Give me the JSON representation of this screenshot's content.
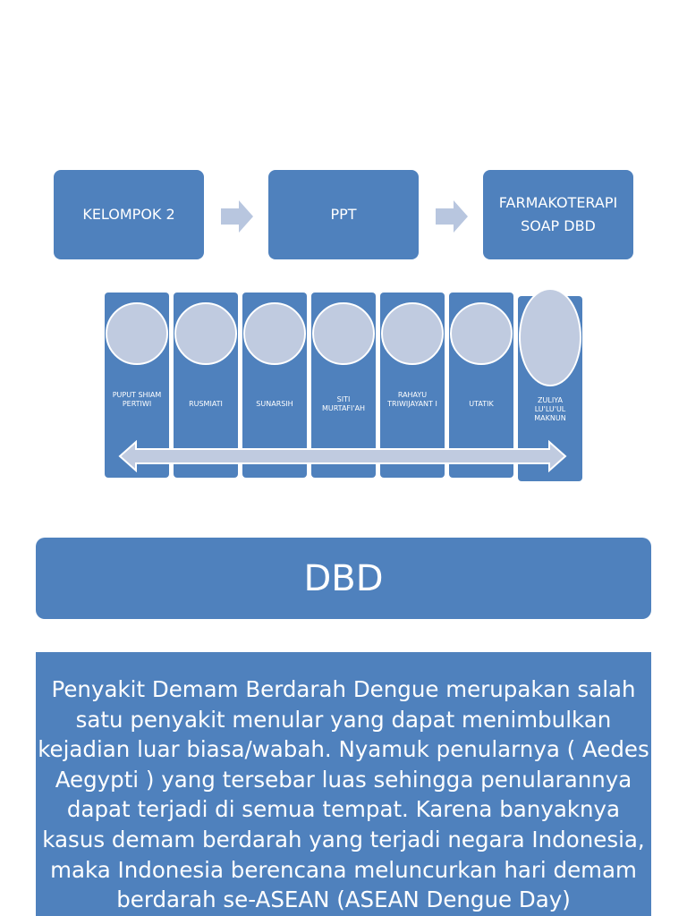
{
  "flow": [
    "KELOMPOK 2",
    "PPT",
    "FARMAKOTERAPI SOAP DBD"
  ],
  "members": [
    "PUPUT SHIAM PERTIWI",
    "RUSMIATI",
    "SUNARSIH",
    "SITI MURTAFI'AH",
    "RAHAYU TRIWIJAYANT I",
    "UTATIK",
    "ZULIYA LU'LU'UL MAKNUN"
  ],
  "title": "DBD",
  "paragraph": "Penyakit Demam Berdarah Dengue merupakan salah satu penyakit menular yang dapat menimbulkan kejadian luar biasa/wabah. Nyamuk penularnya ( Aedes Aegypti ) yang tersebar luas sehingga penularannya dapat terjadi di semua tempat. Karena banyaknya kasus demam berdarah yang terjadi negara Indonesia, maka Indonesia berencana meluncurkan hari demam berdarah se-ASEAN (ASEAN Dengue Day)",
  "colors": {
    "primary": "#4f81bd",
    "accent": "#c0cbe0"
  }
}
